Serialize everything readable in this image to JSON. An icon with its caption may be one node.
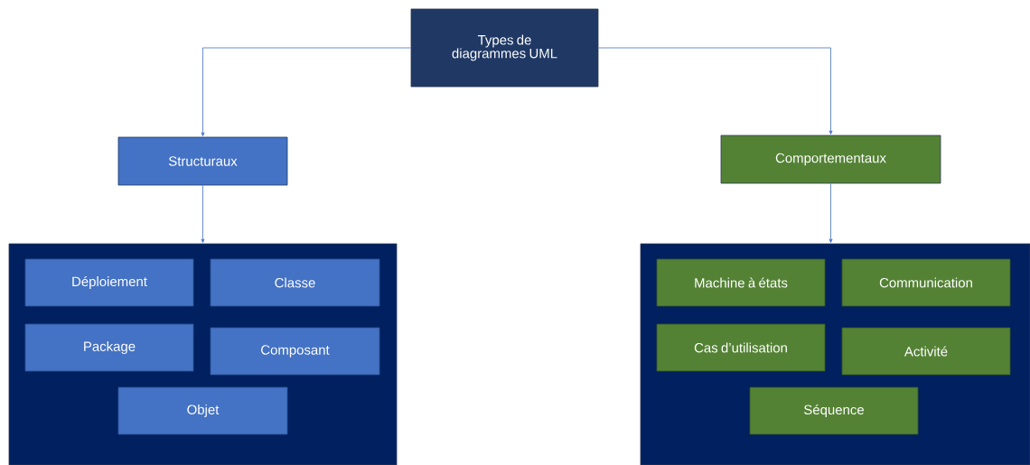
{
  "diagram": {
    "nodes": [
      {
        "text": [
          "Types de diagrammes UML"
        ]
      },
      {
        "text": [
          "Structuraux"
        ]
      },
      {
        "text": [
          "Comportementaux"
        ]
      },
      {
        "text": [],
        "shape": "box"
      },
      {
        "text": [
          "Déploiement"
        ],
        "in": 3
      },
      {
        "text": [
          "Classe"
        ],
        "in": 3
      },
      {
        "text": [
          "Package"
        ],
        "in": 3
      },
      {
        "text": [
          "Composant"
        ],
        "in": 3
      },
      {
        "text": [
          "Objet"
        ],
        "in": 3
      },
      {
        "text": [],
        "shape": "box"
      },
      {
        "text": [
          "Machine à états"
        ],
        "in": 9
      },
      {
        "text": [
          "Communication"
        ],
        "in": 9
      },
      {
        "text": [
          "Cas d’utilisation"
        ],
        "in": 9
      },
      {
        "text": [
          "Activité"
        ],
        "in": 9
      },
      {
        "text": [
          "Séquence"
        ],
        "in": 9
      }
    ],
    "edges": [
      {
        "from": 0,
        "to": 1,
        "arrow": "to"
      },
      {
        "from": 0,
        "to": 2,
        "arrow": "to"
      },
      {
        "from": 1,
        "to": 3,
        "arrow": "to"
      },
      {
        "from": 2,
        "to": 9,
        "arrow": "to"
      }
    ]
  }
}
